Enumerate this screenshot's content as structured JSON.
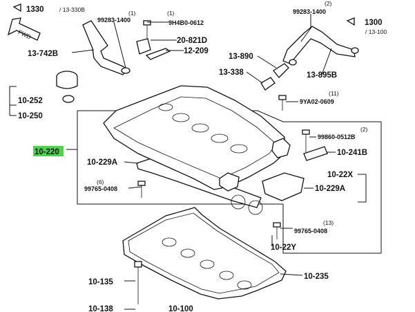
{
  "labels": {
    "group_1330": "1330",
    "group_1330_sub": "/ 13-330B",
    "fwd": "FWD",
    "qty_1a": "(1)",
    "p_99283_left": "99283-1400",
    "qty_1b": "(1)",
    "p_9h4b0": "9H4B0-0612",
    "p_20_821d": "20-821D",
    "p_12_209": "12-209",
    "p_13_742b": "13-742B",
    "qty_2a": "(2)",
    "p_99283_right": "99283-1400",
    "group_1300": "1300",
    "group_1300_sub": "/ 13-100",
    "p_13_890": "13-890",
    "p_13_338": "13-338",
    "p_13_895b": "13-895B",
    "qty_11": "(11)",
    "p_9ya02": "9YA02-0609",
    "p_10_252": "10-252",
    "p_10_250": "10-250",
    "qty_2b": "(2)",
    "p_99860": "99860-0512B",
    "p_10_241b": "10-241B",
    "p_10_220": "10-220",
    "p_10_229a_left": "10-229A",
    "p_10_22x": "10-22X",
    "qty_6": "(6)",
    "p_99765_left": "99765-0408",
    "p_10_229a_right": "10-229A",
    "qty_13": "(13)",
    "p_99765_right": "99765-0408",
    "p_10_22y": "10-22Y",
    "p_10_235": "10-235",
    "p_10_135": "10-135",
    "p_10_138": "10-138",
    "p_10_100": "10-100"
  },
  "colors": {
    "highlight": "#4cd44c",
    "ink": "#111111"
  }
}
